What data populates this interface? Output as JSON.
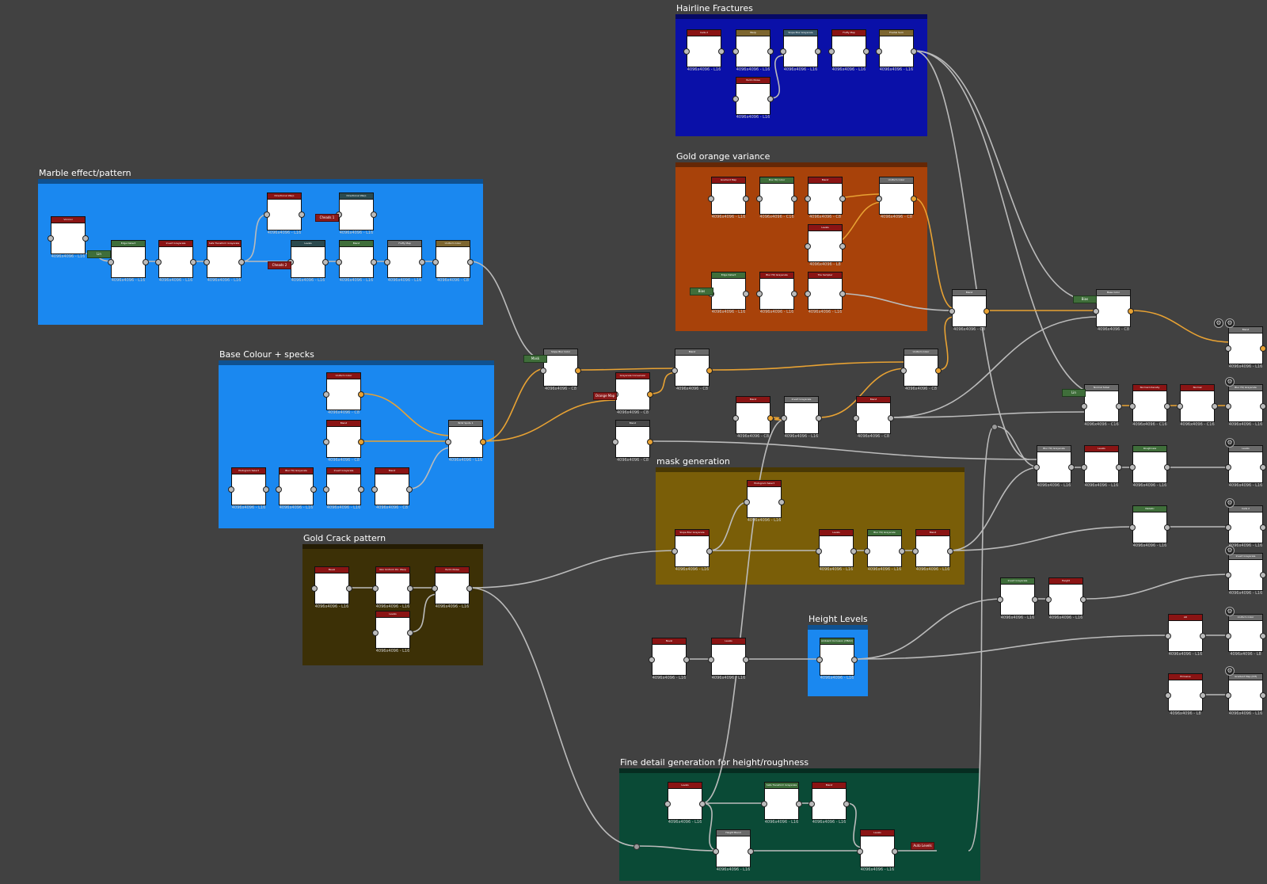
{
  "frames": [
    {
      "title": "Hairline Fractures",
      "color": "#0a10a8"
    },
    {
      "title": "Gold orange variance",
      "color": "#a8420a"
    },
    {
      "title": "Marble effect/pattern",
      "color": "#1a88f0"
    },
    {
      "title": "Base Colour + specks",
      "color": "#1a88f0"
    },
    {
      "title": "mask generation",
      "color": "#7a5e08"
    },
    {
      "title": "Gold Crack pattern",
      "color": "#3c3006"
    },
    {
      "title": "Height Levels",
      "color": "#1a88f0"
    },
    {
      "title": "Fine detail generation for height/roughness",
      "color": "#0a4a36"
    }
  ],
  "nodes": [
    {
      "label": "Cells 2",
      "res": "4096x4096 - L16"
    },
    {
      "label": "Warp",
      "res": "4096x4096 - L16"
    },
    {
      "label": "Slope Blur Grayscale",
      "res": "4096x4096 - L16"
    },
    {
      "label": "Fluffy Map",
      "res": "4096x4096 - L16"
    },
    {
      "label": "Fractal Sum",
      "res": "4096x4096 - L16"
    },
    {
      "label": "Perlin Noise",
      "res": "4096x4096 - L16"
    },
    {
      "label": "Gradient Map",
      "res": "4096x4096 - L16"
    },
    {
      "label": "Blur HQ Color",
      "res": "4096x4096 - C16"
    },
    {
      "label": "Blend",
      "res": "4096x4096 - C8"
    },
    {
      "label": "Uniform Color",
      "res": "4096x4096 - C8"
    },
    {
      "label": "Levels",
      "res": "4096x4096 - L8"
    },
    {
      "label": "Edge Detect",
      "res": "4096x4096 - L16"
    },
    {
      "label": "Blur HQ Grayscale",
      "res": "4096x4096 - L16"
    },
    {
      "label": "Tile Sampler",
      "res": "4096x4096 - L16"
    },
    {
      "label": "Voronoi",
      "res": "4096x4096 - L16"
    },
    {
      "label": "Edge Detect",
      "res": "4096x4096 - L16"
    },
    {
      "label": "Invert Grayscale",
      "res": "4096x4096 - L16"
    },
    {
      "label": "Safe Transform Grayscale",
      "res": "4096x4096 - L16"
    },
    {
      "label": "Directional Warp",
      "res": "4096x4096 - L16"
    },
    {
      "label": "Directional Warp",
      "res": "4096x4096 - L16"
    },
    {
      "label": "Levels",
      "res": "4096x4096 - L16"
    },
    {
      "label": "Blend",
      "res": "4096x4096 - L16"
    },
    {
      "label": "Fluffy Map",
      "res": "4096x4096 - L16"
    },
    {
      "label": "Uniform Color",
      "res": "4096x4096 - C8"
    },
    {
      "label": "Uniform Color",
      "res": "4096x4096 - C8"
    },
    {
      "label": "Blend",
      "res": "4096x4096 - C8"
    },
    {
      "label": "BnW Spots 1",
      "res": "4096x4096 - L16"
    },
    {
      "label": "Histogram Select",
      "res": "4096x4096 - L16"
    },
    {
      "label": "Blur HQ Grayscale",
      "res": "4096x4096 - L16"
    },
    {
      "label": "Invert Grayscale",
      "res": "4096x4096 - L16"
    },
    {
      "label": "Blend",
      "res": "4096x4096 - C8"
    },
    {
      "label": "Slope Blur Color",
      "res": "4096x4096 - C8"
    },
    {
      "label": "Grayscale Conversion",
      "res": "4096x4096 - C8"
    },
    {
      "label": "Blend",
      "res": "4096x4096 - C8"
    },
    {
      "label": "Blend",
      "res": "4096x4096 - C8"
    },
    {
      "label": "Uniform Color",
      "res": "4096x4096 - C8"
    },
    {
      "label": "Blend",
      "res": "4096x4096 - C8"
    },
    {
      "label": "Invert Grayscale",
      "res": "4096x4096 - L16"
    },
    {
      "label": "Blend",
      "res": "4096x4096 - C8"
    },
    {
      "label": "Blend",
      "res": "4096x4096 - C8"
    },
    {
      "label": "Base Color",
      "res": "4096x4096 - C8"
    },
    {
      "label": "Blend",
      "res": "4096x4096 - L16"
    },
    {
      "label": "Normal Sobel",
      "res": "4096x4096 - C16"
    },
    {
      "label": "Normal Intensity",
      "res": "4096x4096 - C16"
    },
    {
      "label": "Normal",
      "res": "4096x4096 - C16"
    },
    {
      "label": "Blur HQ Grayscale",
      "res": "4096x4096 - L16"
    },
    {
      "label": "Histogram Select",
      "res": "4096x4096 - L16"
    },
    {
      "label": "Slope Blur Grayscale",
      "res": "4096x4096 - L16"
    },
    {
      "label": "Levels",
      "res": "4096x4096 - L16"
    },
    {
      "label": "Blur HQ Grayscale",
      "res": "4096x4096 - L16"
    },
    {
      "label": "Blend",
      "res": "4096x4096 - L16"
    },
    {
      "label": "Blur HQ Grayscale",
      "res": "4096x4096 - L16"
    },
    {
      "label": "Levels",
      "res": "4096x4096 - L16"
    },
    {
      "label": "Roughness",
      "res": "4096x4096 - L16"
    },
    {
      "label": "Levels",
      "res": "4096x4096 - L16"
    },
    {
      "label": "Metallic",
      "res": "4096x4096 - L16"
    },
    {
      "label": "Cells 2",
      "res": "4096x4096 - L16"
    },
    {
      "label": "Bevel",
      "res": "4096x4096 - L16"
    },
    {
      "label": "Non Uniform Dir. Warp",
      "res": "4096x4096 - L16"
    },
    {
      "label": "Perlin Noise",
      "res": "4096x4096 - L16"
    },
    {
      "label": "Levels",
      "res": "4096x4096 - L16"
    },
    {
      "label": "Invert Grayscale",
      "res": "4096x4096 - L16"
    },
    {
      "label": "Height",
      "res": "4096x4096 - L16"
    },
    {
      "label": "Invert Grayscale",
      "res": "4096x4096 - L16"
    },
    {
      "label": "Bevel",
      "res": "4096x4096 - L16"
    },
    {
      "label": "Levels",
      "res": "4096x4096 - L16"
    },
    {
      "label": "Ambient Occlusion (HBAO)",
      "res": "4096x4096 - L16"
    },
    {
      "label": "AO",
      "res": "4096x4096 - L16"
    },
    {
      "label": "Uniform Color",
      "res": "4096x4096 - L8"
    },
    {
      "label": "Emissive",
      "res": "4096x4096 - L8"
    },
    {
      "label": "Gradient Map (Dif)",
      "res": "4096x4096 - L16"
    },
    {
      "label": "Levels",
      "res": "4096x4096 - L16"
    },
    {
      "label": "Safe Transform Grayscale",
      "res": "4096x4096 - L16"
    },
    {
      "label": "Blend",
      "res": "4096x4096 - L16"
    },
    {
      "label": "Height Blend",
      "res": "4096x4096 - L16"
    },
    {
      "label": "Levels",
      "res": "4096x4096 - L16"
    }
  ],
  "tags": [
    "Bias",
    "Mask",
    "Orange Map",
    "Bias",
    "Lin",
    "Bias",
    "Lin",
    "Cheads 1",
    "Cheads 2",
    "Auto Levels"
  ]
}
